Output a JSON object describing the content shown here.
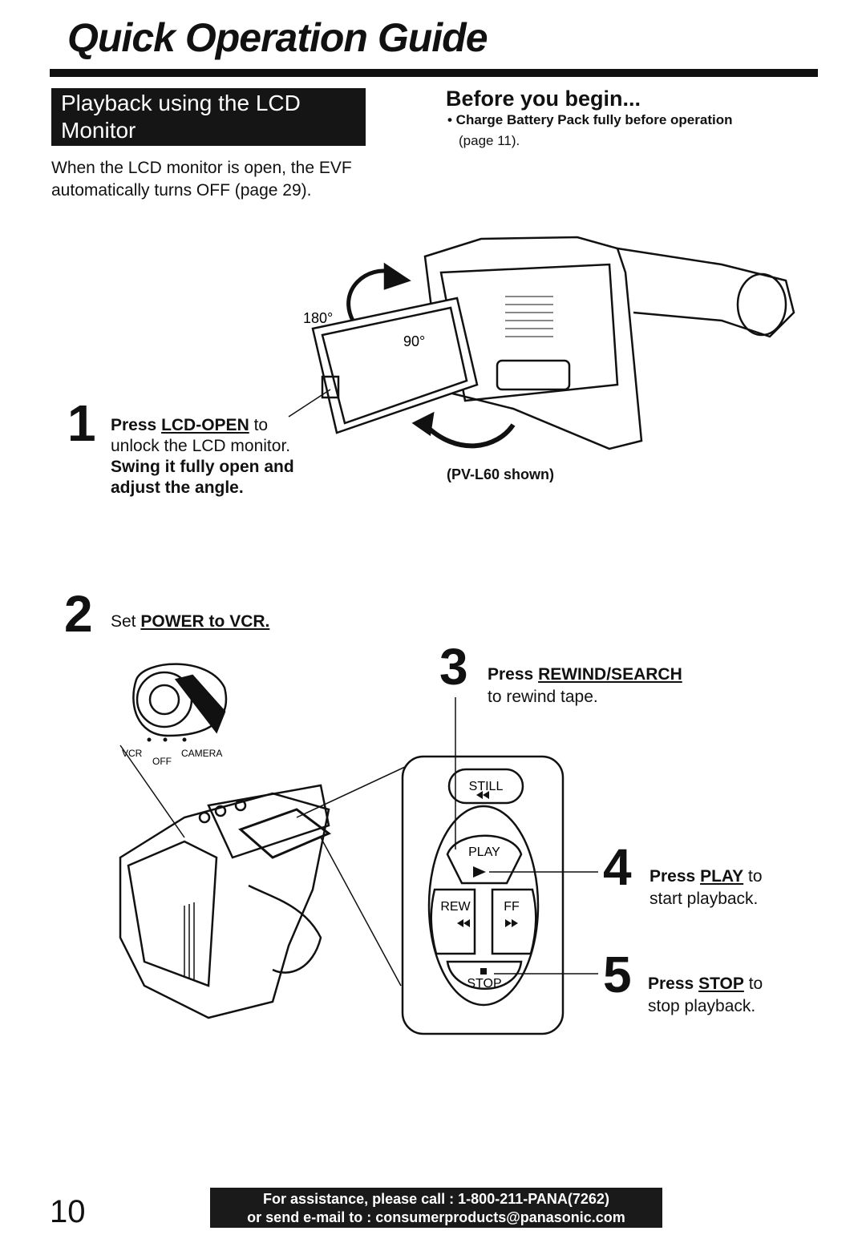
{
  "header": {
    "title": "Quick Operation Guide"
  },
  "section": {
    "line1": "Playback using the LCD",
    "line2": "Monitor"
  },
  "before": {
    "title": "Before you begin...",
    "bullet": "• Charge Battery Pack fully before operation",
    "page_ref": "(page 11)."
  },
  "intro": {
    "line1": "When the LCD monitor is open, the EVF",
    "line2": "automatically turns OFF (page 29)."
  },
  "figure1": {
    "angle_180": "180°",
    "angle_90": "90°",
    "caption": "(PV-L60 shown)"
  },
  "step1": {
    "number": "1",
    "press": "Press",
    "button": "LCD-OPEN",
    "to": "to",
    "line2": "unlock the LCD monitor.",
    "line3": "Swing it fully open and",
    "line4": "adjust the angle."
  },
  "step2": {
    "number": "2",
    "set": "Set",
    "action": "POWER to VCR."
  },
  "switch_labels": {
    "vcr": "VCR",
    "off": "OFF",
    "camera": "CAMERA"
  },
  "step3": {
    "number": "3",
    "press": "Press",
    "button": "REWIND/SEARCH",
    "line2": "to rewind tape."
  },
  "buttons": {
    "still": "STILL",
    "play": "PLAY",
    "rew": "REW",
    "ff": "FF",
    "stop": "STOP"
  },
  "step4": {
    "number": "4",
    "press": "Press",
    "button": "PLAY",
    "to": "to",
    "line2": "start playback."
  },
  "step5": {
    "number": "5",
    "press": "Press",
    "button": "STOP",
    "to": "to",
    "line2": "stop playback."
  },
  "footer": {
    "page_number": "10",
    "line1": "For assistance, please call : 1-800-211-PANA(7262)",
    "line2": "or send e-mail to : consumerproducts@panasonic.com"
  }
}
